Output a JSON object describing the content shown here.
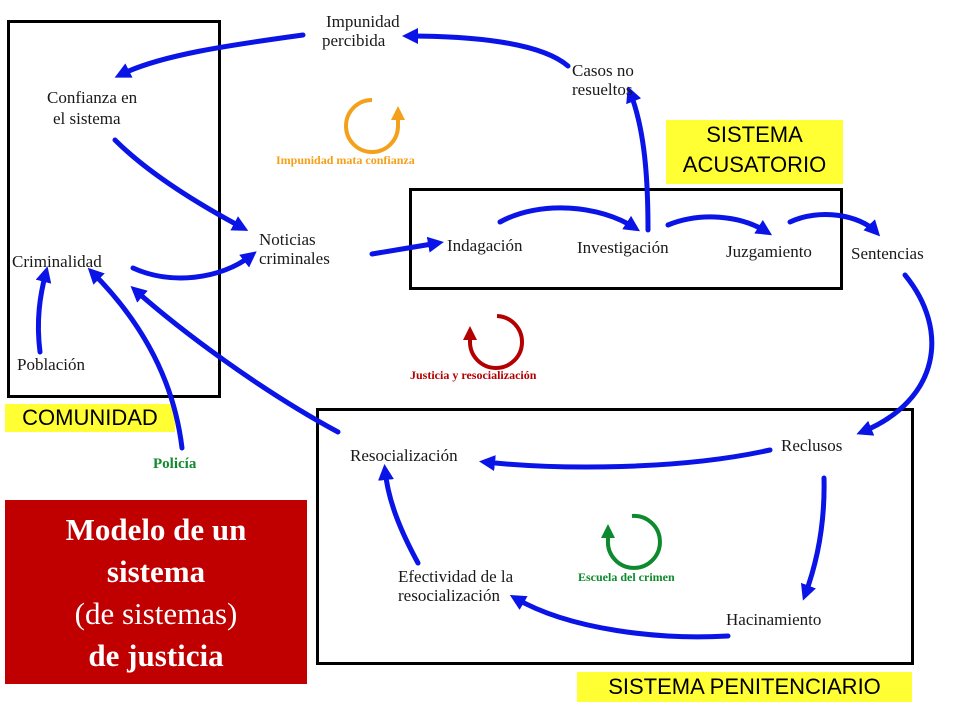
{
  "title": {
    "line1": "Modelo de un",
    "line2": "sistema",
    "line3": "(de sistemas)",
    "line4": "de justicia"
  },
  "subsystems": {
    "comunidad": "COMUNIDAD",
    "acusatorio_line1": "SISTEMA",
    "acusatorio_line2": "ACUSATORIO",
    "penitenciario": "SISTEMA PENITENCIARIO"
  },
  "nodes": {
    "impunidad_percibida_1": "Impunidad",
    "impunidad_percibida_2": "percibida",
    "casos_no_resueltos_1": "Casos no",
    "casos_no_resueltos_2": "resueltos",
    "confianza_1": "Confianza en",
    "confianza_2": "el sistema",
    "noticias_1": "Noticias",
    "noticias_2": "criminales",
    "criminalidad": "Criminalidad",
    "poblacion": "Población",
    "indagacion": "Indagación",
    "investigacion": "Investigación",
    "juzgamiento": "Juzgamiento",
    "sentencias": "Sentencias",
    "reclusos": "Reclusos",
    "resocializacion": "Resocialización",
    "hacinamiento": "Hacinamiento",
    "efectividad_1": "Efectividad de la",
    "efectividad_2": "resocialización",
    "policia": "Policía"
  },
  "loops": {
    "impunidad": {
      "label": "Impunidad mata confianza",
      "color": "#f5a01a"
    },
    "justicia": {
      "label": "Justicia y resocialización",
      "color": "#b30000"
    },
    "escuela": {
      "label": "Escuela del crimen",
      "color": "#0e8a2e"
    }
  },
  "colors": {
    "arrow": "#0a14e6",
    "title_bg": "#c00000",
    "tag_bg": "#ffff33",
    "policia": "#138a2e"
  }
}
